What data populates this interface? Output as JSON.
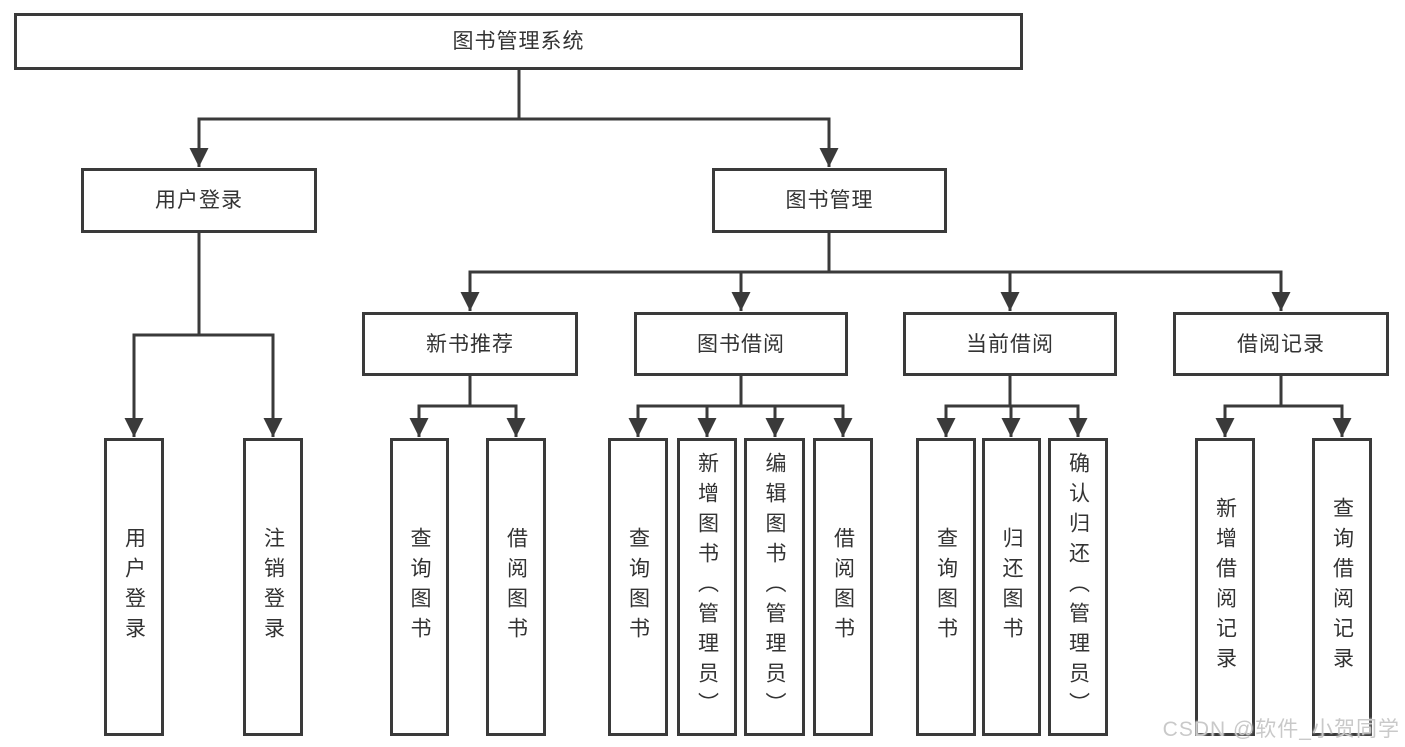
{
  "diagram": {
    "type": "tree",
    "description": "functional structure chart of a library management system",
    "root": {
      "label": "图书管理系统",
      "children": [
        {
          "label": "用户登录",
          "children": [
            {
              "label": "用户登录"
            },
            {
              "label": "注销登录"
            }
          ]
        },
        {
          "label": "图书管理",
          "children": [
            {
              "label": "新书推荐",
              "children": [
                {
                  "label": "查询图书"
                },
                {
                  "label": "借阅图书"
                }
              ]
            },
            {
              "label": "图书借阅",
              "children": [
                {
                  "label": "查询图书"
                },
                {
                  "label": "新增图书（管理员）"
                },
                {
                  "label": "编辑图书（管理员）"
                },
                {
                  "label": "借阅图书"
                }
              ]
            },
            {
              "label": "当前借阅",
              "children": [
                {
                  "label": "查询图书"
                },
                {
                  "label": "归还图书"
                },
                {
                  "label": "确认归还（管理员）"
                }
              ]
            },
            {
              "label": "借阅记录",
              "children": [
                {
                  "label": "新增借阅记录"
                },
                {
                  "label": "查询借阅记录"
                }
              ]
            }
          ]
        }
      ]
    }
  },
  "watermark": {
    "text": "CSDN @软件_小贺同学"
  },
  "colors": {
    "line": "#3a3a3a",
    "box_border": "#3a3a3a",
    "text": "#333333",
    "watermark": "#c9c9c9",
    "background": "#ffffff"
  }
}
